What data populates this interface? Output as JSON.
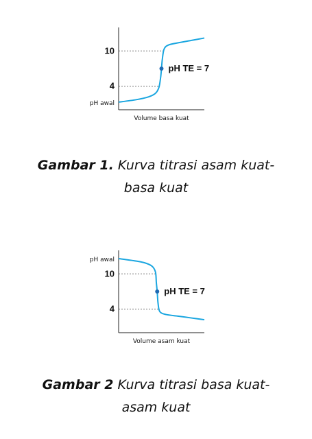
{
  "captions": [
    {
      "lead": "Gambar 1.",
      "line1": " Kurva titrasi asam kuat-",
      "line2": "basa kuat"
    },
    {
      "lead": "Gambar 2",
      "line1": " Kurva titrasi basa kuat-",
      "line2": "asam kuat"
    }
  ],
  "chart_data": [
    {
      "type": "line",
      "title": "",
      "xlabel": "Volume basa kuat",
      "ylabel": "",
      "ylim": [
        0,
        14
      ],
      "yticks": [
        4,
        10
      ],
      "y_start_label": "pH awal",
      "annotation": "pH TE = 7",
      "equivalence_point": {
        "x": 0.5,
        "y": 7
      },
      "grid": false,
      "series": [
        {
          "color": "#1aa6e0",
          "values": [
            [
              0.0,
              1.3
            ],
            [
              0.2,
              1.7
            ],
            [
              0.35,
              2.2
            ],
            [
              0.43,
              2.8
            ],
            [
              0.47,
              3.8
            ],
            [
              0.49,
              5.5
            ],
            [
              0.5,
              7.0
            ],
            [
              0.51,
              8.6
            ],
            [
              0.53,
              10.3
            ],
            [
              0.58,
              11.0
            ],
            [
              0.7,
              11.4
            ],
            [
              0.85,
              11.8
            ],
            [
              1.0,
              12.2
            ]
          ]
        }
      ],
      "marker_color": "#1f6ab3",
      "reference_color": "#777777"
    },
    {
      "type": "line",
      "title": "",
      "xlabel": "Volume asam kuat",
      "ylabel": "",
      "ylim": [
        0,
        14
      ],
      "yticks": [
        4,
        10
      ],
      "y_start_label": "pH awal",
      "annotation": "pH TE = 7",
      "equivalence_point": {
        "x": 0.45,
        "y": 7
      },
      "grid": false,
      "series": [
        {
          "color": "#1aa6e0",
          "values": [
            [
              0.0,
              12.6
            ],
            [
              0.15,
              12.3
            ],
            [
              0.3,
              11.9
            ],
            [
              0.39,
              11.3
            ],
            [
              0.43,
              10.3
            ],
            [
              0.44,
              8.5
            ],
            [
              0.45,
              7.0
            ],
            [
              0.46,
              5.0
            ],
            [
              0.48,
              3.6
            ],
            [
              0.55,
              3.1
            ],
            [
              0.7,
              2.8
            ],
            [
              0.85,
              2.5
            ],
            [
              1.0,
              2.2
            ]
          ]
        }
      ],
      "marker_color": "#1f6ab3",
      "reference_color": "#777777"
    }
  ]
}
